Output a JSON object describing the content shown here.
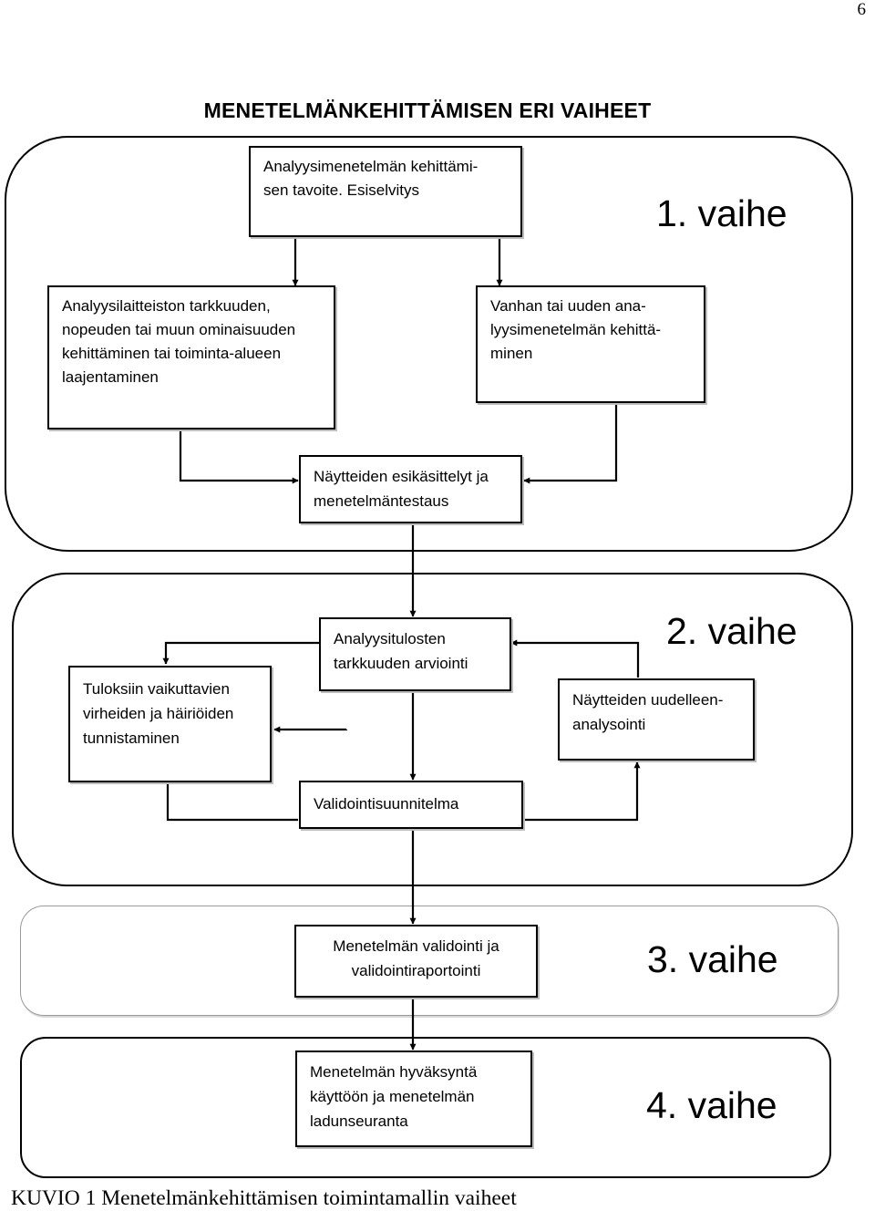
{
  "page_number": "6",
  "title": "MENETELMÄNKEHITTÄMISEN ERI VAIHEET",
  "phases": [
    {
      "label": "1. vaihe"
    },
    {
      "label": "2. vaihe"
    },
    {
      "label": "3. vaihe"
    },
    {
      "label": "4. vaihe"
    }
  ],
  "boxes": {
    "goal": "Analyysimenetelmän kehittämi-\nsen tavoite. Esiselvitys",
    "equipment": "Analyysilaitteiston tarkkuuden,\nnopeuden tai muun ominaisuuden\nkehittäminen tai toiminta-alueen\nlaajentaminen",
    "method_dev": "Vanhan tai uuden ana-\nlyysimenetelmän kehittä-\nminen",
    "sample_prep": "Näytteiden esikäsittelyt ja\nmenetelmäntestaus",
    "error_id": "Tuloksiin vaikuttavien\nvirheiden ja häiriöiden\ntunnistaminen",
    "accuracy": "Analyysitulosten\ntarkkuuden arviointi",
    "reanalysis": "Näytteiden uudelleen-\nanalysointi",
    "validation_plan": "Validointisuunnitelma",
    "validation": "Menetelmän validointi ja\nvalidointiraportointi",
    "approval": "Menetelmän hyväksyntä\nkäyttöön ja menetelmän\nladunseuranta"
  },
  "caption": "KUVIO 1 Menetelmänkehittämisen toimintamallin vaiheet"
}
